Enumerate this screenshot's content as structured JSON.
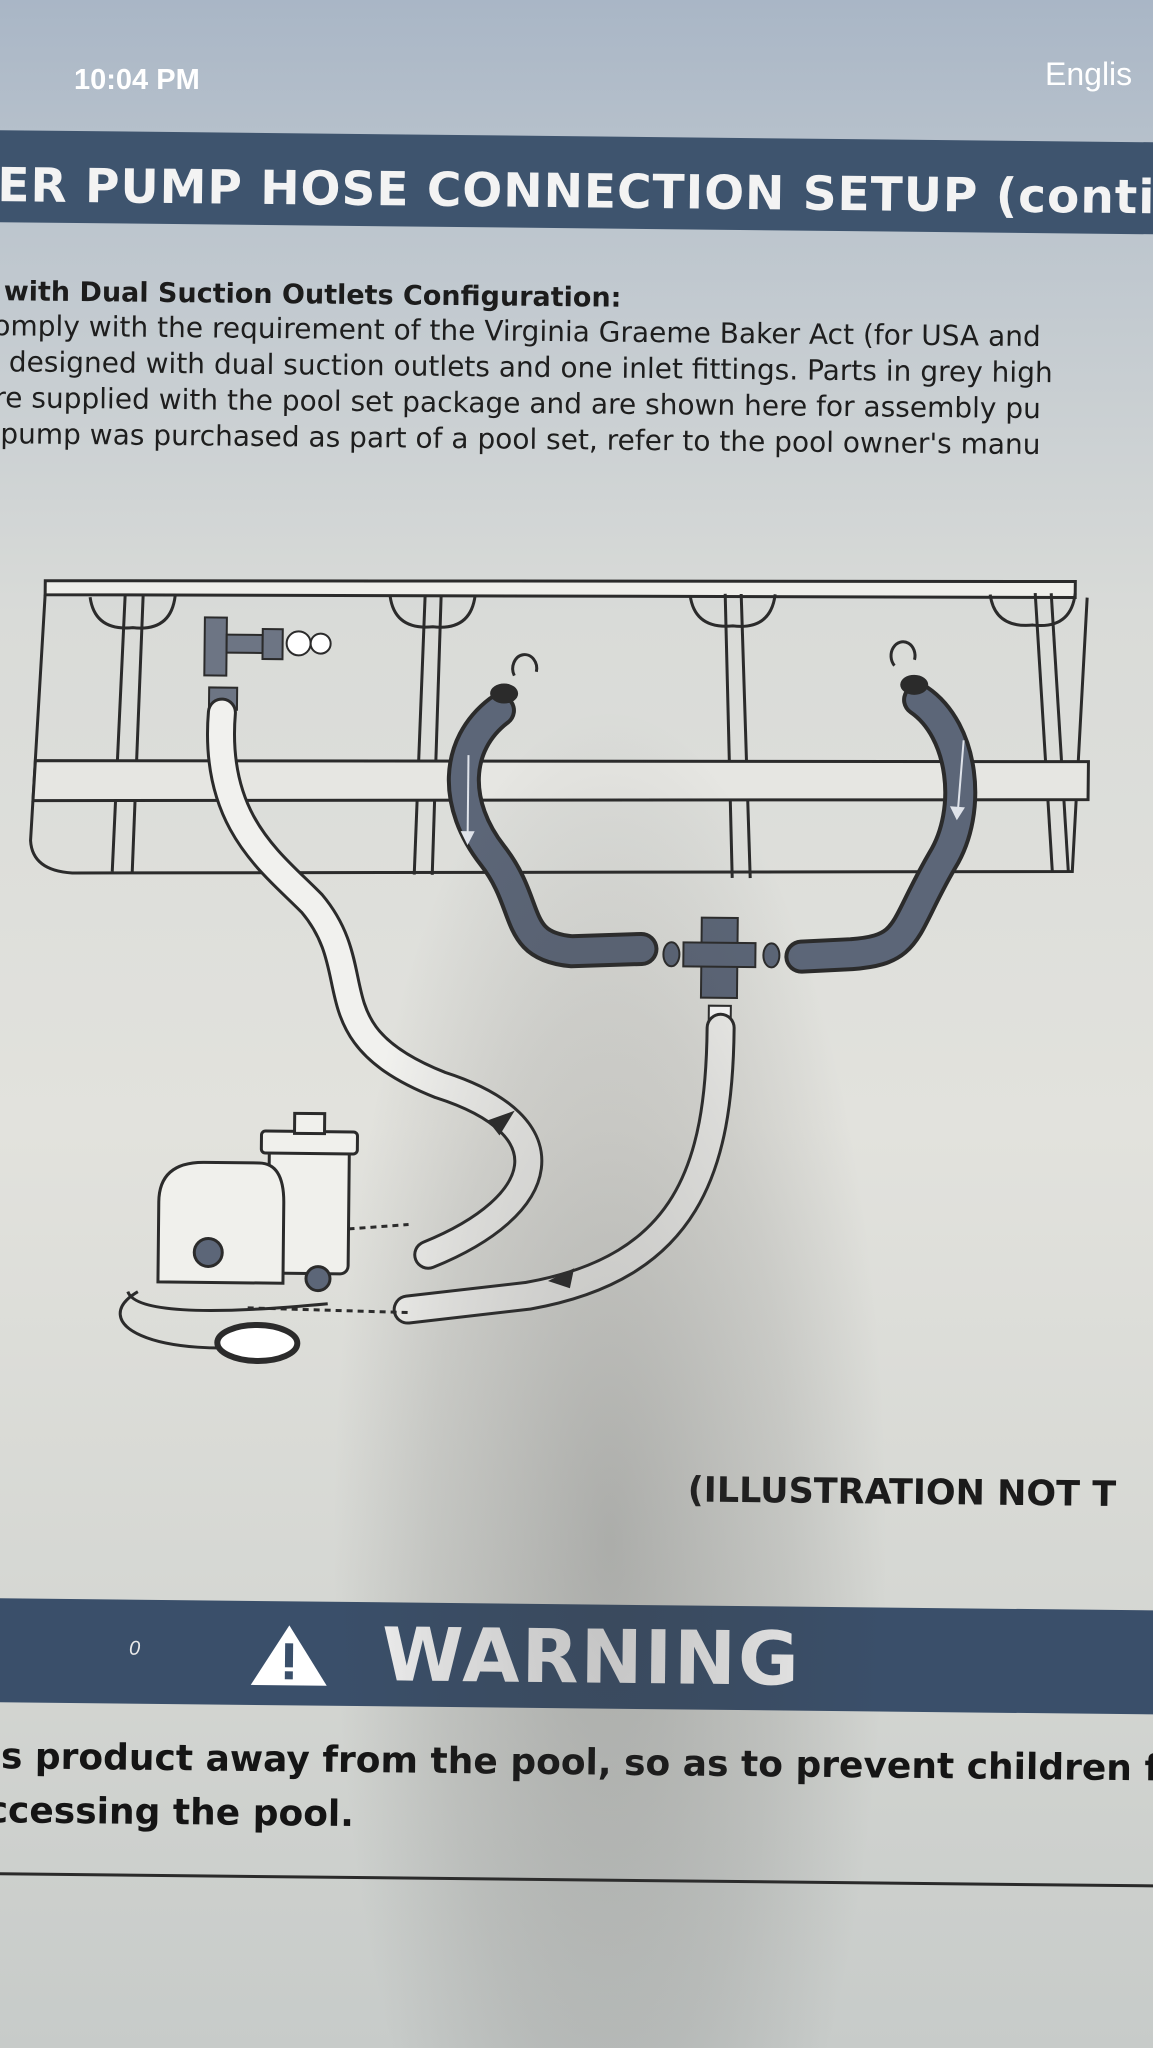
{
  "status_bar": {
    "time": "10:04 PM",
    "language": "Englis"
  },
  "document": {
    "header_title": "ER PUMP HOSE CONNECTION SETUP (conti",
    "intro": {
      "heading": "s with Dual Suction Outlets Configuration:",
      "lines": [
        "comply with the requirement of the Virginia Graeme Baker Act (for USA and",
        "is designed with dual suction outlets and one inlet fittings. Parts in grey high",
        "are supplied with the pool set package and are shown here for assembly pu",
        "s pump was purchased as part of a pool set, refer to the pool owner's manu"
      ]
    },
    "illustration_note": "(ILLUSTRATION NOT T",
    "warning": {
      "small_mark": "0",
      "title": "WARNING"
    },
    "warning_text": [
      "his product away from the pool, so as to prevent children f",
      "accessing the pool."
    ]
  },
  "colors": {
    "header_band": "#3e546e",
    "warning_band": "#3a4f6a",
    "hose_grey": "#5c6678"
  }
}
